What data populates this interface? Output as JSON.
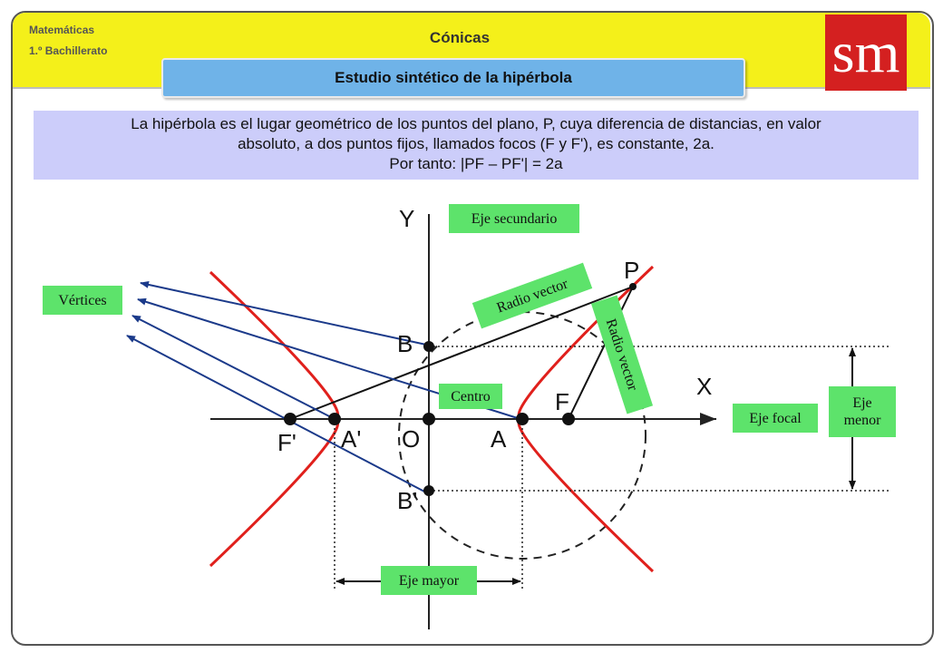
{
  "header": {
    "subject": "Matemáticas",
    "level": "1.º Bachillerato",
    "unit_title": "Cónicas",
    "section_title": "Estudio sintético de la hipérbola",
    "logo_text": "sm",
    "colors": {
      "header": "#f4f01a",
      "banner": "#6fb3e8",
      "logo": "#d42020"
    }
  },
  "definition": {
    "line1": "La hipérbola es el lugar geométrico de los puntos del plano, P, cuya diferencia de distancias, en valor",
    "line2": "absoluto, a dos puntos fijos, llamados focos (F y F'), es constante, 2a.",
    "line3": "Por tanto: |PF – PF'| = 2a",
    "background": "#cccdfa"
  },
  "diagram": {
    "points": {
      "Y": "Y",
      "X": "X",
      "P": "P",
      "B": "B",
      "B_prime": "B'",
      "F": "F",
      "F_prime": "F'",
      "A": "A",
      "A_prime": "A'",
      "O": "O"
    },
    "labels": {
      "eje_secundario": "Eje secundario",
      "radio_vector_1": "Radio vector",
      "radio_vector_2": "Radio vector",
      "vertices": "Vértices",
      "centro": "Centro",
      "eje_focal": "Eje focal",
      "eje_menor_1": "Eje",
      "eje_menor_2": "menor",
      "eje_mayor": "Eje mayor"
    },
    "colors": {
      "hyperbola": "#e0201c",
      "arrow": "#1b3a8a",
      "label_bg": "#5de36b"
    }
  }
}
